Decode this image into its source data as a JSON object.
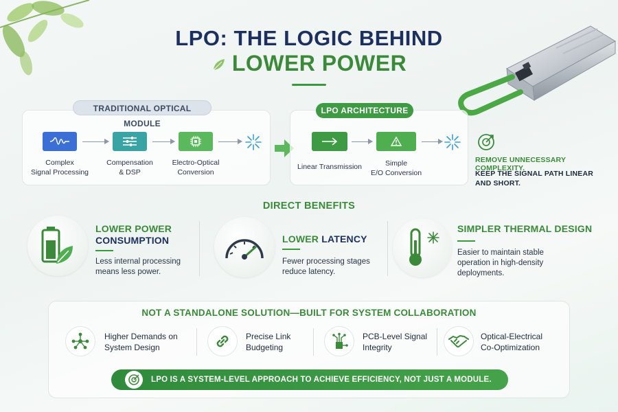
{
  "title": {
    "line1": "LPO: THE LOGIC BEHIND",
    "line2": "LOWER POWER"
  },
  "traditional": {
    "pill": "TRADITIONAL OPTICAL MODULE",
    "steps": [
      {
        "label_1": "Complex",
        "label_2": "Signal Processing",
        "icon": "waveform-icon",
        "color": "#3b6fd6"
      },
      {
        "label_1": "Compensation",
        "label_2": "& DSP",
        "icon": "sliders-icon",
        "color": "#3aa3a3"
      },
      {
        "label_1": "Electro-Optical",
        "label_2": "Conversion",
        "icon": "chip-icon",
        "color": "#5cb85c"
      }
    ]
  },
  "lpo": {
    "pill": "LPO ARCHITECTURE",
    "steps": [
      {
        "label_1": "Linear Transmission",
        "label_2": "",
        "icon": "arrow-right-icon",
        "color": "#3e9a43"
      },
      {
        "label_1": "Simple",
        "label_2": "E/O Conversion",
        "icon": "warning-icon",
        "color": "#4fae4f"
      }
    ]
  },
  "side_note": {
    "line1": "REMOVE UNNECESSARY COMPLEXITY.",
    "line2": "KEEP THE SIGNAL PATH LINEAR AND SHORT."
  },
  "benefits": {
    "title": "DIRECT BENEFITS",
    "items": [
      {
        "title_green": "LOWER POWER",
        "title_navy": "CONSUMPTION",
        "desc_1": "Less internal processing",
        "desc_2": "means less power.",
        "desc_3": "",
        "icon": "battery-leaf-icon"
      },
      {
        "title_green": "LOWER",
        "title_navy": "LATENCY",
        "desc_1": "Fewer processing stages",
        "desc_2": "reduce latency.",
        "desc_3": "",
        "icon": "gauge-icon"
      },
      {
        "title_green": "SIMPLER THERMAL DESIGN",
        "title_navy": "",
        "desc_1": "Easier to maintain stable",
        "desc_2": "operation in high-density",
        "desc_3": "deployments.",
        "icon": "thermometer-icon"
      }
    ]
  },
  "collaboration": {
    "title": "NOT A STANDALONE SOLUTION—BUILT FOR SYSTEM COLLABORATION",
    "items": [
      {
        "line1": "Higher Demands on",
        "line2": "System Design",
        "icon": "network-nodes-icon"
      },
      {
        "line1": "Precise Link",
        "line2": "Budgeting",
        "icon": "link-icon"
      },
      {
        "line1": "PCB-Level Signal",
        "line2": "Integrity",
        "icon": "circuit-icon"
      },
      {
        "line1": "Optical-Electrical",
        "line2": "Co-Optimization",
        "icon": "handshake-icon"
      }
    ],
    "banner": "LPO IS A SYSTEM-LEVEL APPROACH TO ACHIEVE EFFICIENCY, NOT JUST A MODULE."
  },
  "colors": {
    "navy": "#1c2f5e",
    "green": "#3a8a3a",
    "accent_green": "#3e9a43"
  }
}
